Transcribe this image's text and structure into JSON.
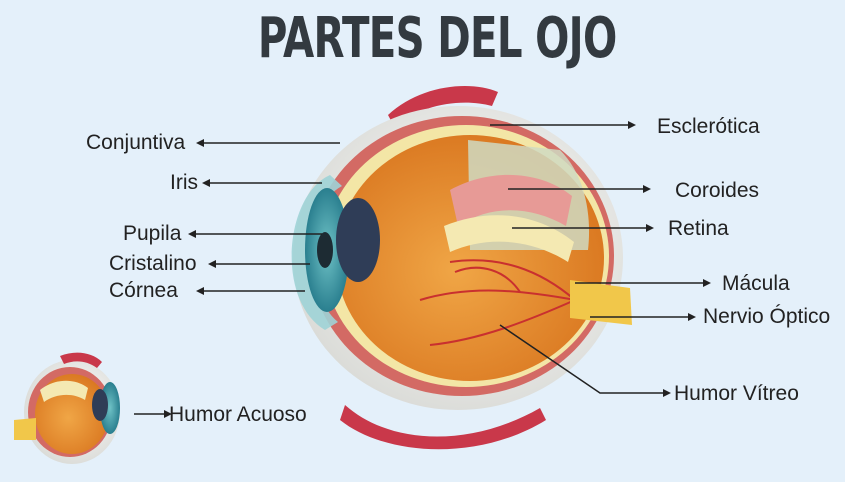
{
  "title": "PARTES DEL OJO",
  "labels": {
    "conjuntiva": "Conjuntiva",
    "iris": "Iris",
    "pupila": "Pupila",
    "cristalino": "Cristalino",
    "cornea": "Córnea",
    "esclerotica": "Esclerótica",
    "coroides": "Coroides",
    "retina": "Retina",
    "macula": "Mácula",
    "nervio_optico": "Nervio Óptico",
    "humor_vitreo": "Humor Vítreo",
    "humor_acuoso": "Humor Acuoso"
  },
  "colors": {
    "background": "#e4f0fa",
    "title": "#333a40",
    "sclera": "#f3f1ec",
    "choroid": "#d36a64",
    "retina": "#f3e6a6",
    "vitreous": "#e4892c",
    "iris": "#2e8a9a",
    "lens": "#2f3d57",
    "muscle": "#c9384a",
    "nerve": "#f1c74a"
  }
}
